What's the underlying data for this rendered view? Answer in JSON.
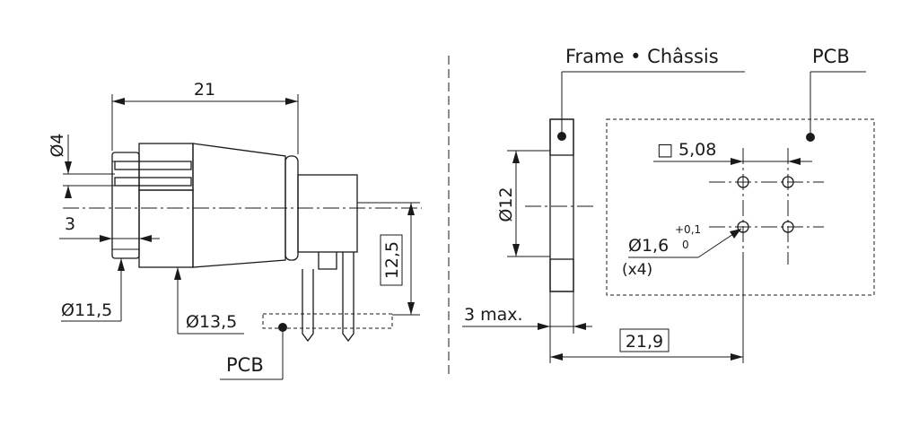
{
  "left_view": {
    "dim_length": "21",
    "dim_small_diameter": "Ø4",
    "dim_offset": "3",
    "dim_body_diameter": "Ø11,5",
    "dim_nut_diameter": "Ø13,5",
    "dim_height": "12,5",
    "pcb_label": "PCB"
  },
  "right_view": {
    "frame_label": "Frame • Châssis",
    "pcb_label": "PCB",
    "dim_panel_hole": "Ø12",
    "dim_pitch": "□ 5,08",
    "dim_hole": "Ø1,6",
    "dim_hole_tol_upper": "+0,1",
    "dim_hole_tol_lower": "0",
    "dim_hole_count": "(x4)",
    "dim_frame_thickness": "3 max.",
    "dim_distance": "21,9"
  }
}
